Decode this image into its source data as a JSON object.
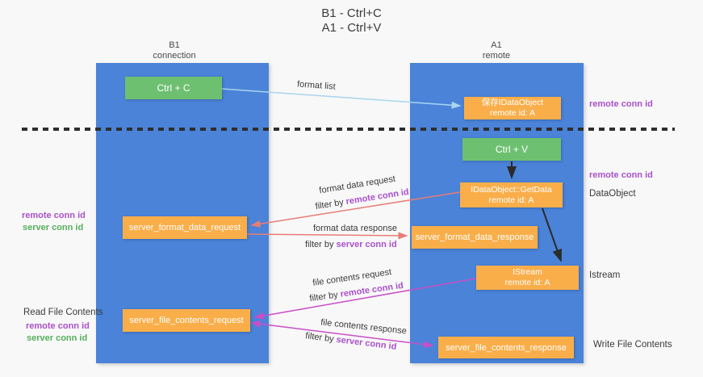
{
  "title": {
    "line1": "B1 - Ctrl+C",
    "line2": "A1 - Ctrl+V"
  },
  "lanes": {
    "left": {
      "name": "B1",
      "role": "connection"
    },
    "right": {
      "name": "A1",
      "role": "remote"
    }
  },
  "boxes": {
    "ctrl_c": {
      "label": "Ctrl + C"
    },
    "save_idataobject": {
      "line1": "保存IDataObject",
      "line2": "remote id: A"
    },
    "ctrl_v": {
      "label": "Ctrl + V"
    },
    "getdata": {
      "line1": "IDataObject::GetData",
      "line2": "remote id: A"
    },
    "server_format_data_request": {
      "label": "server_format_data_request"
    },
    "server_format_data_response": {
      "label": "server_format_data_response"
    },
    "istream": {
      "line1": "IStream",
      "line2": "remote id: A"
    },
    "server_file_contents_request": {
      "label": "server_file_contents_request"
    },
    "server_file_contents_response": {
      "label": "server_file_contents_response"
    }
  },
  "arrow_labels": {
    "format_list": "format list",
    "format_data_request": "format data request",
    "format_data_response": "format data response",
    "file_contents_request": "file contents request",
    "file_contents_response": "file contents response",
    "filter_by": "filter by",
    "remote_conn_id": "remote conn id",
    "server_conn_id": "server conn id"
  },
  "side_labels": {
    "remote_conn_id": "remote conn id",
    "server_conn_id": "server conn id",
    "dataobject": "DataObject",
    "istream": "Istream",
    "read_file_contents": "Read File Contents",
    "write_file_contents": "Write File Contents"
  },
  "colors": {
    "lane_blue": "#4a83d8",
    "box_green": "#6ec071",
    "box_orange": "#f9ae4a",
    "label_purple": "#aa50cc",
    "label_green": "#55b05c",
    "arrow_red": "#e87d75",
    "arrow_magenta": "#c94fc9",
    "arrow_blue": "#a9d4ef",
    "arrow_black": "#2b2b2b",
    "background": "#f8f8f8"
  }
}
